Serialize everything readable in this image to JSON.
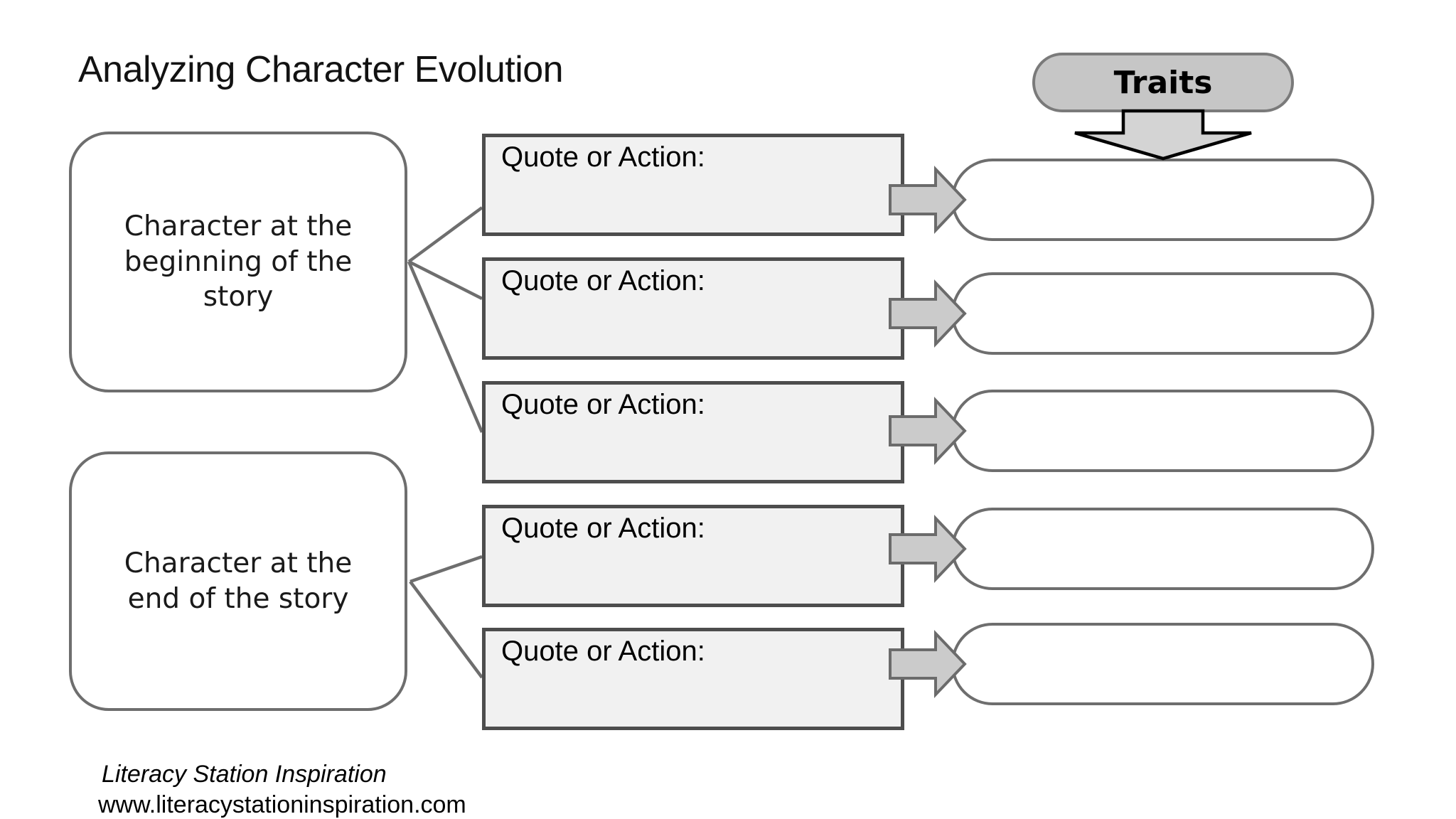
{
  "title": "Analyzing Character Evolution",
  "traits": {
    "label": "Traits"
  },
  "character_boxes": [
    {
      "text": "Character at the\nbeginning of the\nstory"
    },
    {
      "text": "Character at the\nend of the story"
    }
  ],
  "quote_boxes": [
    {
      "label": "Quote or Action:",
      "value": ""
    },
    {
      "label": "Quote or Action:",
      "value": ""
    },
    {
      "label": "Quote or Action:",
      "value": ""
    },
    {
      "label": "Quote or Action:",
      "value": ""
    },
    {
      "label": "Quote or Action:",
      "value": ""
    }
  ],
  "trait_fields": [
    {
      "value": ""
    },
    {
      "value": ""
    },
    {
      "value": ""
    },
    {
      "value": ""
    },
    {
      "value": ""
    }
  ],
  "footer": {
    "line1": "Literacy Station Inspiration",
    "line2": "www.literacystationinspiration.com"
  },
  "icons": {
    "traits_pointer": "down-block-arrow-icon",
    "connector": "right-block-arrow-icon"
  },
  "colors": {
    "background": "#ffffff",
    "quote_box_fill": "#f1f1f1",
    "quote_box_border": "#4d4d4d",
    "shape_border_gray": "#6e6e6e",
    "traits_pill_fill": "#c6c6c6",
    "traits_pill_border": "#7a7a7a",
    "down_arrow_fill": "#d4d4d4",
    "down_arrow_outline": "#000000",
    "right_arrow_fill": "#cbcbcb",
    "right_arrow_border": "#6b6b6b",
    "text": "#000000"
  }
}
